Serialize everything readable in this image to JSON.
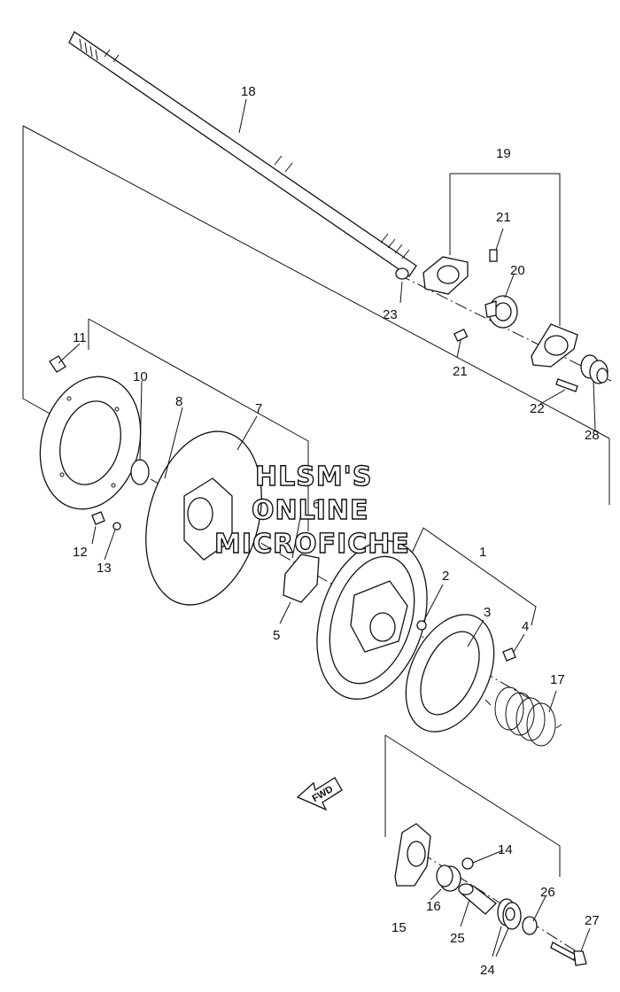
{
  "callouts": [
    {
      "n": "1"
    },
    {
      "n": "2"
    },
    {
      "n": "3"
    },
    {
      "n": "4"
    },
    {
      "n": "5"
    },
    {
      "n": "6"
    },
    {
      "n": "7"
    },
    {
      "n": "8"
    },
    {
      "n": "10"
    },
    {
      "n": "11"
    },
    {
      "n": "12"
    },
    {
      "n": "13"
    },
    {
      "n": "14"
    },
    {
      "n": "15"
    },
    {
      "n": "16"
    },
    {
      "n": "17"
    },
    {
      "n": "18"
    },
    {
      "n": "19"
    },
    {
      "n": "20"
    },
    {
      "n": "21"
    },
    {
      "n": "21"
    },
    {
      "n": "22"
    },
    {
      "n": "23"
    },
    {
      "n": "24"
    },
    {
      "n": "25"
    },
    {
      "n": "26"
    },
    {
      "n": "27"
    },
    {
      "n": "28"
    }
  ],
  "watermark": [
    "HLSM'S",
    "ONLINE",
    "MICROFICHE"
  ],
  "fwd_label": "FWD"
}
